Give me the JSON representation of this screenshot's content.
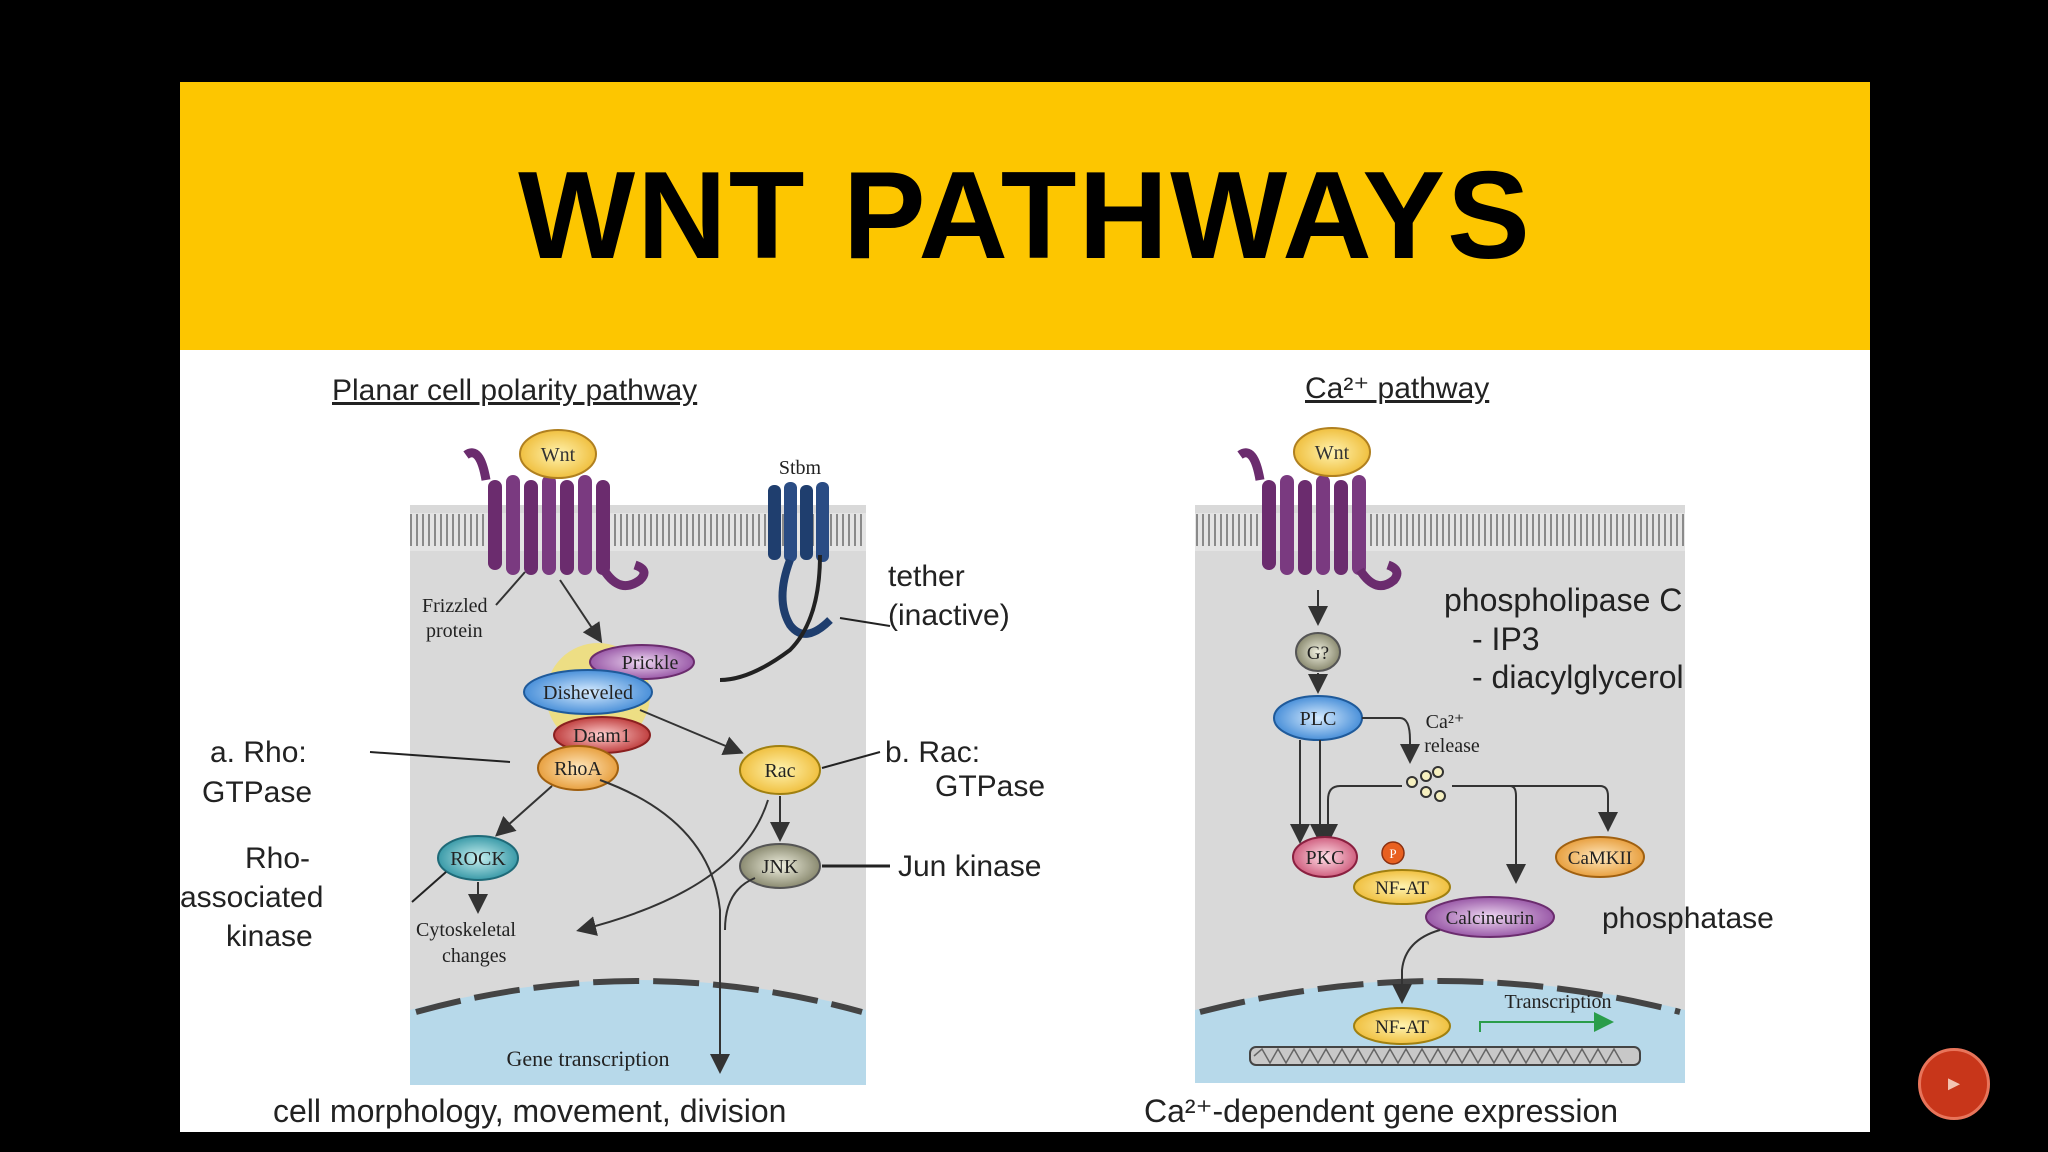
{
  "slide": {
    "title": "WNT PATHWAYS"
  },
  "colors": {
    "banner": "#fdc600",
    "background": "#000000",
    "receptor": "#6b2c6e",
    "stbm": "#1f3e6e",
    "cell": "#dadada",
    "nucleus": "#b7d9ea",
    "nav_button": "#c8361a"
  },
  "planar_pathway": {
    "heading": "Planar cell polarity pathway",
    "wnt": "Wnt",
    "stbm": "Stbm",
    "frizzled_line1": "Frizzled",
    "frizzled_line2": "protein",
    "tether_line1": "tether",
    "tether_line2": "(inactive)",
    "prickle": "Prickle",
    "disheveled": "Disheveled",
    "daam1": "Daam1",
    "rhoa": "RhoA",
    "rac": "Rac",
    "rock": "ROCK",
    "jnk": "JNK",
    "rho_label_line1": "a. Rho:",
    "rho_label_line2": "GTPase",
    "rac_label_line1": "b. Rac:",
    "rac_label_line2": "GTPase",
    "rock_label_line1": "Rho-",
    "rock_label_line2": "associated",
    "rock_label_line3": "kinase",
    "jnk_label": "Jun kinase",
    "cytoskeletal_line1": "Cytoskeletal",
    "cytoskeletal_line2": "changes",
    "gene_transcription": "Gene transcription",
    "caption": "cell morphology, movement, division"
  },
  "calcium_pathway": {
    "heading": "Ca²⁺  pathway",
    "wnt": "Wnt",
    "g_protein": "G?",
    "plc": "PLC",
    "ca_release_line1": "Ca²⁺",
    "ca_release_line2": "release",
    "plc_label_line1": "phospholipase C",
    "plc_label_line2": "- IP3",
    "plc_label_line3": "- diacylglycerol",
    "pkc": "PKC",
    "p": "P",
    "camkii": "CaMKII",
    "nfat": "NF-AT",
    "calcineurin": "Calcineurin",
    "phosphatase": "phosphatase",
    "nfat_nucleus": "NF-AT",
    "transcription": "Transcription",
    "caption": "Ca²⁺-dependent gene expression"
  }
}
